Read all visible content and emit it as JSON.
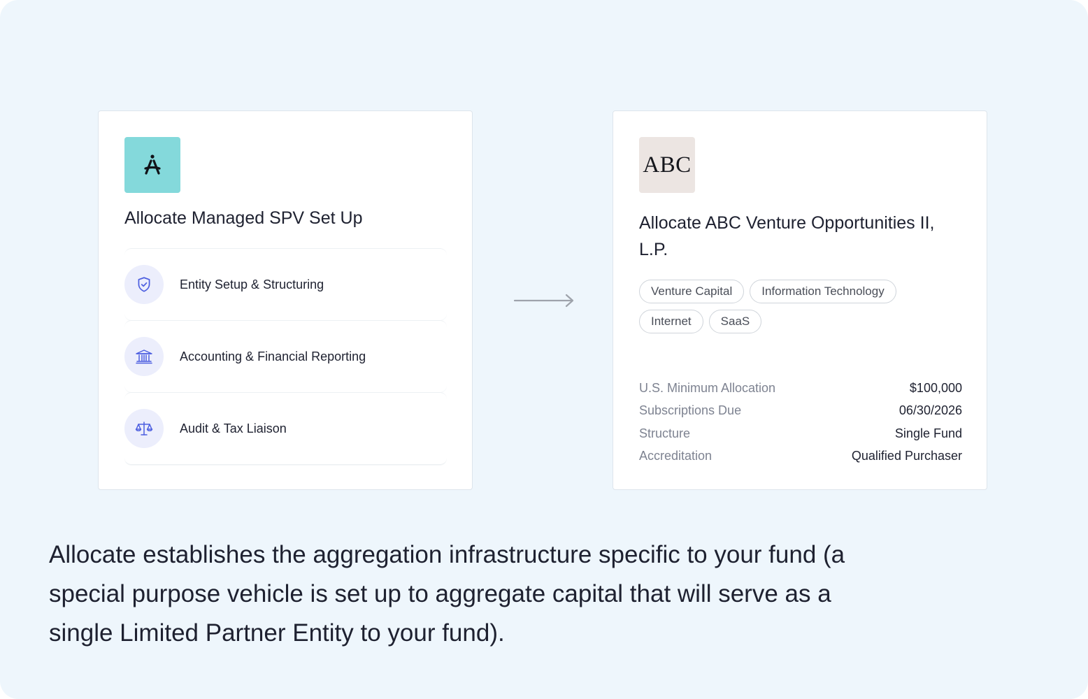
{
  "left_card": {
    "logo_icon": "allocate-logo-icon",
    "title": "Allocate Managed SPV Set Up",
    "services": [
      {
        "label": "Entity Setup & Structuring",
        "icon": "shield-check-icon"
      },
      {
        "label": "Accounting & Financial Reporting",
        "icon": "bank-building-icon"
      },
      {
        "label": "Audit & Tax Liaison",
        "icon": "scale-icon"
      }
    ]
  },
  "arrow_icon": "right-arrow-icon",
  "right_card": {
    "logo_text": "ABC",
    "title": "Allocate ABC Venture Opportunities II, L.P.",
    "tags": [
      "Venture Capital",
      "Information Technology",
      "Internet",
      "SaaS"
    ],
    "details": [
      {
        "label": "U.S. Minimum Allocation",
        "value": "$100,000"
      },
      {
        "label": "Subscriptions Due",
        "value": "06/30/2026"
      },
      {
        "label": "Structure",
        "value": "Single Fund"
      },
      {
        "label": "Accreditation",
        "value": "Qualified Purchaser"
      }
    ]
  },
  "caption": "Allocate establishes the aggregation infrastructure specific to your fund (a special purpose vehicle is set up to aggregate capital that will serve as a single Limited Partner Entity to your fund).",
  "colors": {
    "background": "#eef6fc",
    "allocate_logo_bg": "#84d9db",
    "abc_logo_bg": "#ece5e2",
    "icon_circle_bg": "#eceefc",
    "icon_accent": "#4d5fe0"
  }
}
